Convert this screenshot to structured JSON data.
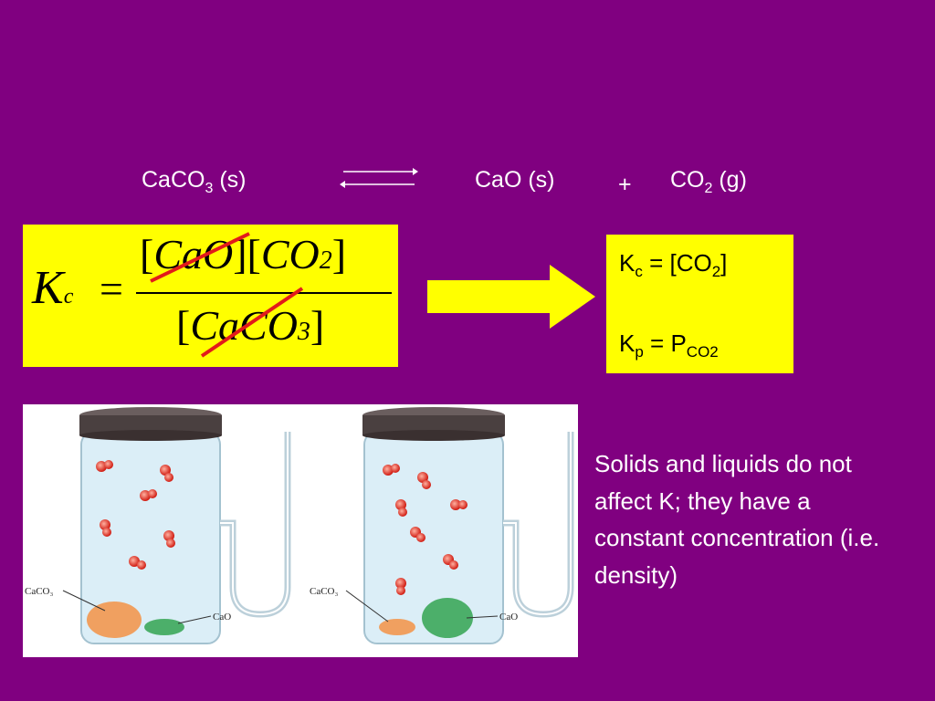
{
  "reaction": {
    "reactant": "CaCO",
    "reactant_sub": "3",
    "reactant_state": " (s)",
    "product1": "CaO (s)",
    "plus": "+",
    "product2": "CO",
    "product2_sub": "2",
    "product2_state": " (g)"
  },
  "kc_formula": {
    "k": "K",
    "k_sub": "c",
    "equals": "=",
    "numerator_open1": "[",
    "numerator_term1": "CaO",
    "numerator_close1": "][",
    "numerator_term2": "CO",
    "numerator_term2_sub": "2",
    "numerator_close2": "]",
    "denominator_open": "[",
    "denominator_term": "CaCO",
    "denominator_sub": "3",
    "denominator_close": "]"
  },
  "result": {
    "kc_k": "K",
    "kc_sub": "c",
    "kc_rest": " = [CO",
    "kc_rest_sub": "2",
    "kc_close": "]",
    "kp_k": "K",
    "kp_sub": "p",
    "kp_rest": " = P",
    "kp_rest_sub": "CO2"
  },
  "figure": {
    "label_caco3": "CaCO₃",
    "label_cao": "CaO"
  },
  "note": "Solids and liquids do not affect K; they have a constant concentration (i.e. density)",
  "colors": {
    "background": "#800080",
    "highlight": "#ffff00",
    "strike": "#e21b1b",
    "caco3_powder": "#f0a060",
    "cao_powder": "#4caf6a"
  }
}
